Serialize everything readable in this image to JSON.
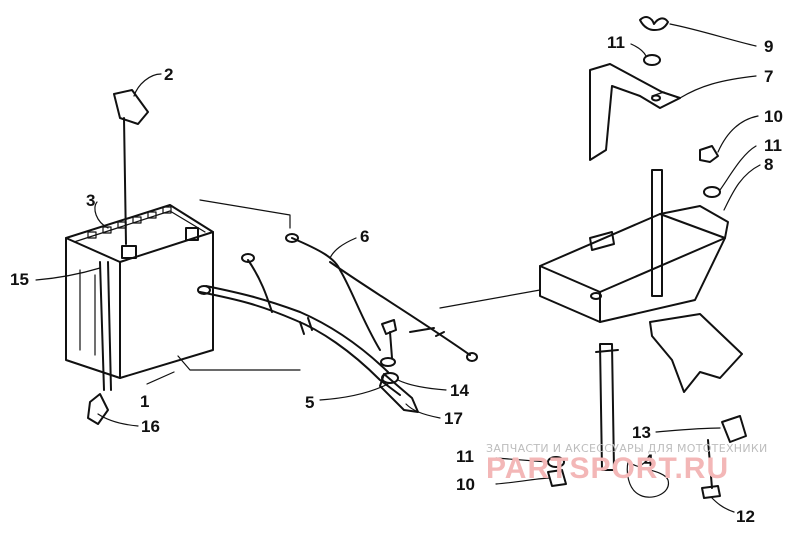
{
  "callouts": [
    {
      "n": "1"
    },
    {
      "n": "2"
    },
    {
      "n": "3"
    },
    {
      "n": "4"
    },
    {
      "n": "5"
    },
    {
      "n": "6"
    },
    {
      "n": "7"
    },
    {
      "n": "8"
    },
    {
      "n": "9"
    },
    {
      "n": "10"
    },
    {
      "n": "10"
    },
    {
      "n": "11"
    },
    {
      "n": "11"
    },
    {
      "n": "11"
    },
    {
      "n": "12"
    },
    {
      "n": "13"
    },
    {
      "n": "14"
    },
    {
      "n": "15"
    },
    {
      "n": "16"
    },
    {
      "n": "17"
    }
  ],
  "watermark": {
    "line": "ЗАПЧАСТИ И АКСЕССУАРЫ ДЛЯ МОТОТЕХНИКИ",
    "brand": "PARTSPORT.RU"
  },
  "colors": {
    "ink": "#111111",
    "watermark_text": "#bdbdbd",
    "watermark_brand": "#f3b7b7"
  }
}
